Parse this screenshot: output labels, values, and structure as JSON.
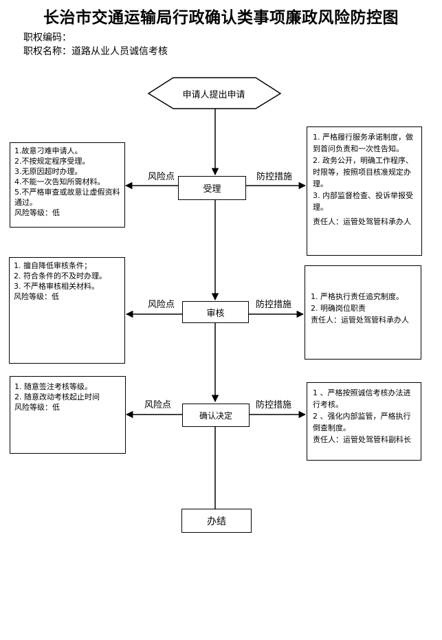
{
  "title": "长治市交通运输局行政确认类事项廉政风险防控图",
  "code_label": "职权编码：",
  "name_label": "职权名称：道路从业人员诚信考核",
  "start": "申请人提出申请",
  "steps": [
    {
      "label": "受理",
      "risk_label": "风险点",
      "control_label": "防控措施",
      "risks": [
        "1.故意刁难申请人。",
        "2.不按规定程序受理。",
        "3.无原因超时办理。",
        "4.不能一次告知所需材料。",
        "5.不严格审查或故意让虚假资料通过。",
        "风险等级：低"
      ],
      "controls": [
        "1. 严格履行服务承诺制度，做到首问负责和一次性告知。",
        "2. 政务公开，明确工作程序、时限等，按照项目核准规定办理。",
        "3. 内部监督检查、投诉举报受理。",
        "责任人：运管处驾管科承办人"
      ]
    },
    {
      "label": "审核",
      "risk_label": "风险点",
      "control_label": "防控措施",
      "risks": [
        "1. 擅自降低审核条件；",
        "2. 符合条件的不及时办理。",
        "3. 不严格审核相关材料。",
        "风险等级：低"
      ],
      "controls": [
        "1. 严格执行责任追究制度。",
        "2. 明确岗位职责",
        "责任人：运管处驾管科承办人"
      ]
    },
    {
      "label": "确认决定",
      "risk_label": "风险点",
      "control_label": "防控措施",
      "risks": [
        "1. 随意签注考核等级。",
        "2. 随意改动考核起止时间",
        "风险等级：低"
      ],
      "controls": [
        "1 、严格按照诚信考核办法进行考核。",
        "2 、强化内部监管，严格执行倒查制度。",
        "责任人：运管处驾管科副科长"
      ]
    }
  ],
  "end": "办结"
}
